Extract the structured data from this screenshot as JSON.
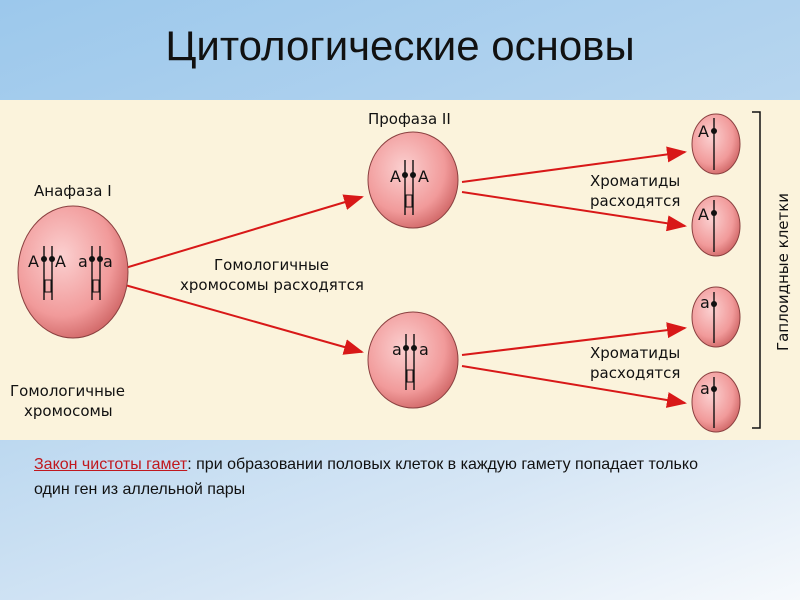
{
  "slide": {
    "title": "Цитологические основы"
  },
  "diagram": {
    "anaphase_label": "Анафаза I",
    "prophase_label": "Профаза II",
    "homologous_diverge_line1": "Гомологичные",
    "homologous_diverge_line2": "хромосомы расходятся",
    "chromatids_line1": "Хроматиды",
    "chromatids_line2": "расходятся",
    "homologous_chromosomes_line1": "Гомологичные",
    "homologous_chromosomes_line2": "хромосомы",
    "haploid_cells_label": "Гаплоидные клетки",
    "allele_dominant": "А",
    "allele_recessive": "а"
  },
  "note": {
    "term": "Закон чистоты гамет",
    "text": ": при образовании половых клеток в каждую гамету попадает только один ген из аллельной пары"
  },
  "colors": {
    "cell_fill": "#f4a0a0",
    "arrow": "#d81818",
    "panel": "#fbf3dc",
    "term": "#c0181e"
  }
}
